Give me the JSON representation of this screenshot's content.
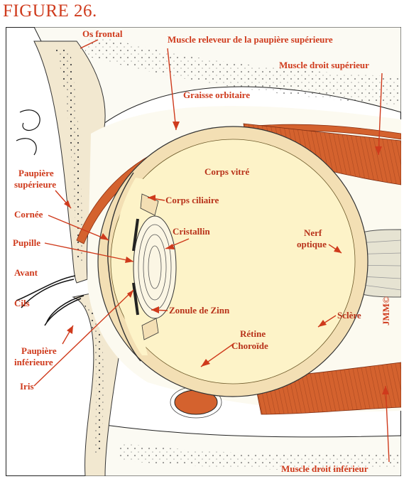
{
  "figure": {
    "title": "FIGURE 26."
  },
  "labels": {
    "os_frontal": "Os frontal",
    "muscle_releveur": "Muscle releveur de la paupière supérieure",
    "muscle_droit_sup": "Muscle droit supérieur",
    "graisse": "Graisse orbitaire",
    "corps_vitre": "Corps vitré",
    "paupiere_sup_1": "Paupière",
    "paupiere_sup_2": "supérieure",
    "corps_ciliaire": "Corps ciliaire",
    "cornee": "Cornée",
    "cristallin": "Cristallin",
    "nerf_1": "Nerf",
    "nerf_2": "optique",
    "pupille": "Pupille",
    "avant": "Avant",
    "zonule": "Zonule de Zinn",
    "cils": "Cils",
    "sclere": "Sclère",
    "retine": "Rétine",
    "choroide": "Choroïde",
    "paupiere_inf_1": "Paupière",
    "paupiere_inf_2": "inférieure",
    "iris": "Iris",
    "muscle_droit_inf": "Muscle droit inférieur",
    "signature": "JMM©"
  },
  "colors": {
    "label": "#cf3a1c",
    "muscle": "#d4622e",
    "sclera": "#f3dfb4",
    "vitreous": "#fdf3c8",
    "fat": "#fbf8ee",
    "nerve": "#e6e3d2",
    "bone": "#f7f2e2"
  }
}
